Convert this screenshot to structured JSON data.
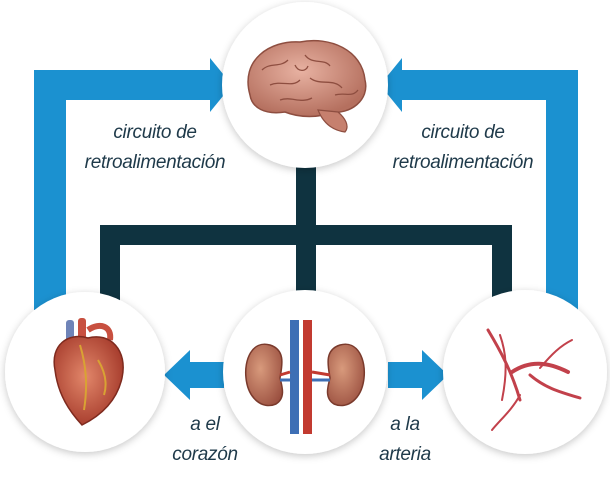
{
  "nodes": {
    "brain": {
      "icon": "brain-icon"
    },
    "heart": {
      "icon": "heart-icon"
    },
    "kidneys": {
      "icon": "kidneys-icon"
    },
    "artery": {
      "icon": "artery-icon"
    }
  },
  "labels": {
    "feedback_left": {
      "line1": "circuito de",
      "line2": "retroalimentación"
    },
    "feedback_right": {
      "line1": "circuito de",
      "line2": "retroalimentación"
    },
    "to_heart": {
      "line1": "a el",
      "line2": "corazón"
    },
    "to_artery": {
      "line1": "a la",
      "line2": "arteria"
    }
  },
  "colors": {
    "feedback_loop": "#1b91d0",
    "connector": "#0f3340",
    "circle_fill": "#ffffff",
    "label_text": "#1f3a4a"
  }
}
